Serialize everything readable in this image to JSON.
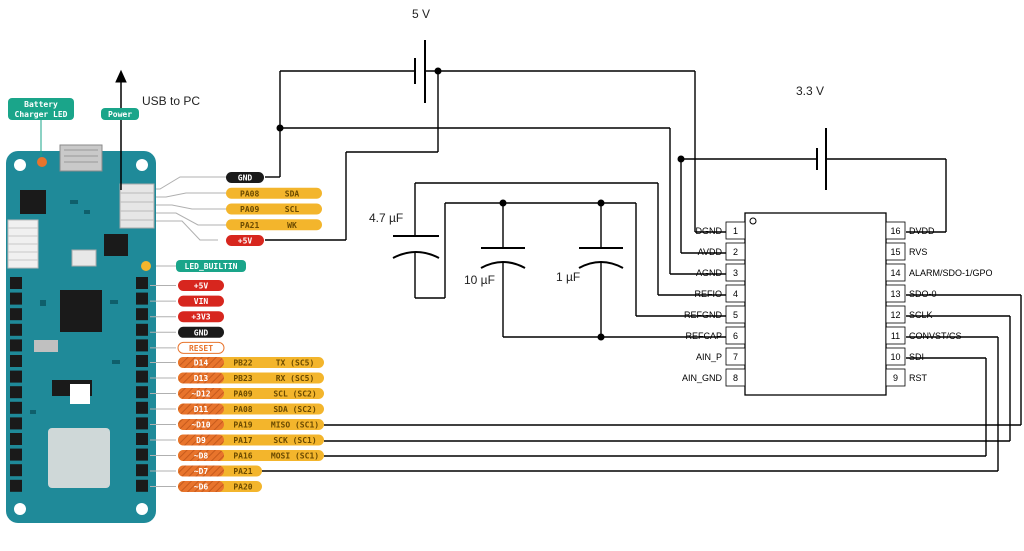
{
  "supplies": {
    "v5": "5 V",
    "v33": "3.3 V"
  },
  "usb": {
    "label": "USB to PC"
  },
  "board_tags": {
    "battery_line1": "Battery",
    "battery_line2": "Charger LED",
    "power": "Power",
    "led_builtin": "LED_BUILTIN"
  },
  "top_pins": [
    {
      "pin": "GND",
      "func": "",
      "kind": "gnd"
    },
    {
      "pin": "PA08",
      "func": "SDA",
      "kind": "io"
    },
    {
      "pin": "PA09",
      "func": "SCL",
      "kind": "io"
    },
    {
      "pin": "PA21",
      "func": "WK",
      "kind": "io"
    },
    {
      "pin": "+5V",
      "func": "",
      "kind": "power"
    }
  ],
  "power_pins": [
    {
      "label": "+5V",
      "kind": "power"
    },
    {
      "label": "VIN",
      "kind": "power"
    },
    {
      "label": "+3V3",
      "kind": "power"
    },
    {
      "label": "GND",
      "kind": "gnd"
    },
    {
      "label": "RESET",
      "kind": "reset"
    }
  ],
  "digital_pins": [
    {
      "d": "D14",
      "pa": "PB22",
      "func": "TX (SC5)"
    },
    {
      "d": "D13",
      "pa": "PB23",
      "func": "RX (SC5)"
    },
    {
      "d": "~D12",
      "pa": "PA09",
      "func": "SCL (SC2)"
    },
    {
      "d": "D11",
      "pa": "PA08",
      "func": "SDA (SC2)"
    },
    {
      "d": "~D10",
      "pa": "PA19",
      "func": "MISO (SC1)"
    },
    {
      "d": "D9",
      "pa": "PA17",
      "func": "SCK (SC1)"
    },
    {
      "d": "~D8",
      "pa": "PA16",
      "func": "MOSI (SC1)"
    },
    {
      "d": "~D7",
      "pa": "PA21",
      "func": ""
    },
    {
      "d": "~D6",
      "pa": "PA20",
      "func": ""
    }
  ],
  "capacitors": {
    "c1": "4.7 µF",
    "c2": "10 µF",
    "c3": "1 µF"
  },
  "chip": {
    "left": [
      {
        "name": "DGND",
        "num": "1"
      },
      {
        "name": "AVDD",
        "num": "2"
      },
      {
        "name": "AGND",
        "num": "3"
      },
      {
        "name": "REFIO",
        "num": "4"
      },
      {
        "name": "REFGND",
        "num": "5"
      },
      {
        "name": "REFCAP",
        "num": "6"
      },
      {
        "name": "AIN_P",
        "num": "7"
      },
      {
        "name": "AIN_GND",
        "num": "8"
      }
    ],
    "right": [
      {
        "name": "DVDD",
        "num": "16"
      },
      {
        "name": "RVS",
        "num": "15"
      },
      {
        "name": "ALARM/SDO-1/GPO",
        "num": "14"
      },
      {
        "name": "SDO-0",
        "num": "13"
      },
      {
        "name": "SCLK",
        "num": "12"
      },
      {
        "name": "CONVST/CS",
        "num": "11"
      },
      {
        "name": "SDI",
        "num": "10"
      },
      {
        "name": "RST",
        "num": "9"
      }
    ]
  },
  "colors": {
    "board": "#1f8a99",
    "board_dark": "#136d79",
    "tag": "#1aa58a",
    "red": "#d7261e",
    "black": "#1a1a1a",
    "yellow": "#f3b52c",
    "orange": "#e8742c",
    "wire": "#000000",
    "pinline": "#b0b0b0"
  }
}
